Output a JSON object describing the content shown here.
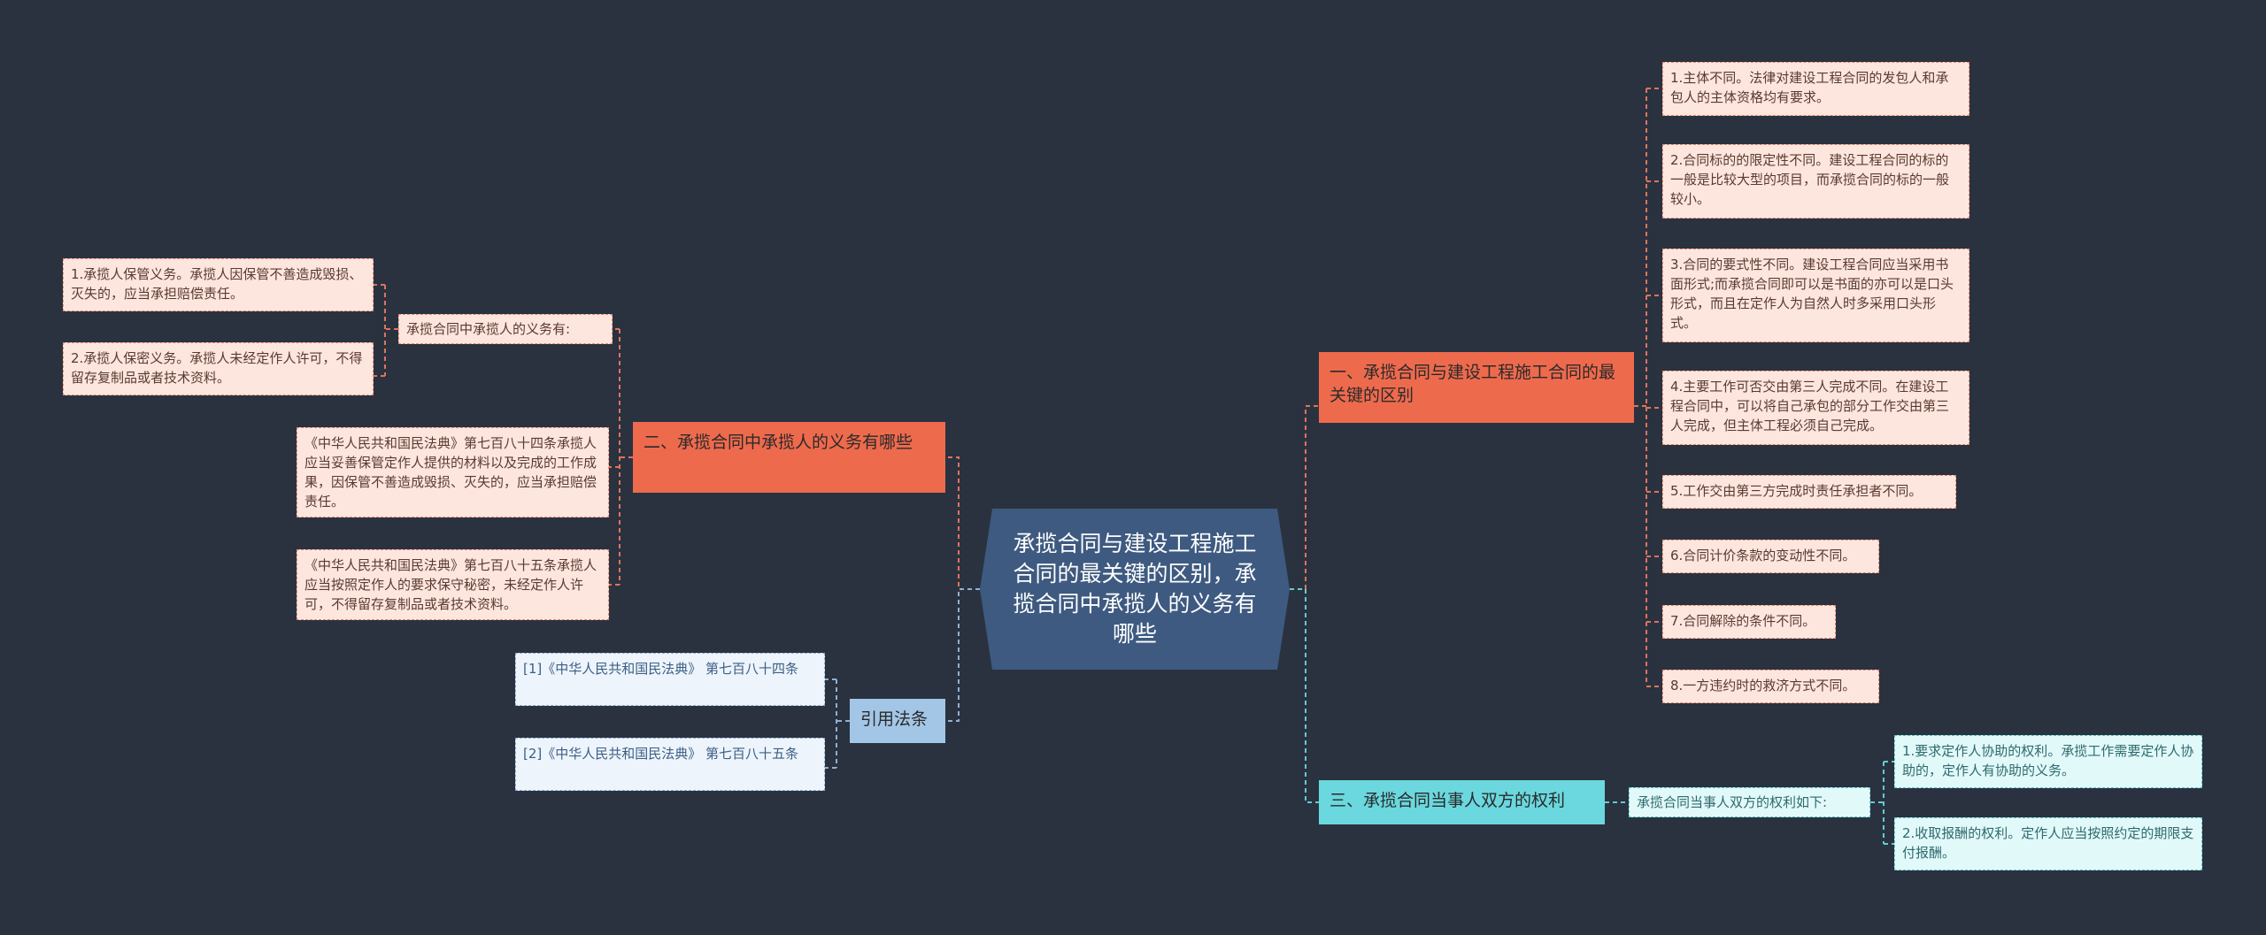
{
  "colors": {
    "background": "#2a3240",
    "root": "#3e5a80",
    "branch_red": "#ee6a4d",
    "branch_cyan": "#6ad8de",
    "branch_blue": "#a3c6e6",
    "link_red": "#e0735a",
    "link_cyan": "#62cbd2",
    "link_blue": "#8fb0d2"
  },
  "root": {
    "text": "承揽合同与建设工程施工合同的最关键的区别，承揽合同中承揽人的义务有哪些"
  },
  "branch1": {
    "title": "一、承揽合同与建设工程施工合同的最关键的区别",
    "items": [
      "1.主体不同。法律对建设工程合同的发包人和承包人的主体资格均有要求。",
      "2.合同标的的限定性不同。建设工程合同的标的一般是比较大型的项目，而承揽合同的标的一般较小。",
      "3.合同的要式性不同。建设工程合同应当采用书面形式;而承揽合同即可以是书面的亦可以是口头形式，而且在定作人为自然人时多采用口头形式。",
      "4.主要工作可否交由第三人完成不同。在建设工程合同中，可以将自己承包的部分工作交由第三人完成，但主体工程必须自己完成。",
      "5.工作交由第三方完成时责任承担者不同。",
      "6.合同计价条款的变动性不同。",
      "7.合同解除的条件不同。",
      "8.一方违约时的救济方式不同。"
    ]
  },
  "branch2": {
    "title": "二、承揽合同中承揽人的义务有哪些",
    "sub": "承揽合同中承揽人的义务有:",
    "sub_items": [
      "1.承揽人保管义务。承揽人因保管不善造成毁损、灭失的，应当承担赔偿责任。",
      "2.承揽人保密义务。承揽人未经定作人许可，不得留存复制品或者技术资料。"
    ],
    "items": [
      "《中华人民共和国民法典》第七百八十四条承揽人应当妥善保管定作人提供的材料以及完成的工作成果，因保管不善造成毁损、灭失的，应当承担赔偿责任。",
      "《中华人民共和国民法典》第七百八十五条承揽人应当按照定作人的要求保守秘密，未经定作人许可，不得留存复制品或者技术资料。"
    ]
  },
  "branch3": {
    "title": "三、承揽合同当事人双方的权利",
    "sub": "承揽合同当事人双方的权利如下:",
    "items": [
      "1.要求定作人协助的权利。承揽工作需要定作人协助的，定作人有协助的义务。",
      "2.收取报酬的权利。定作人应当按照约定的期限支付报酬。"
    ]
  },
  "branch4": {
    "title": "引用法条",
    "items": [
      "[1]《中华人民共和国民法典》 第七百八十四条",
      "[2]《中华人民共和国民法典》 第七百八十五条"
    ]
  }
}
